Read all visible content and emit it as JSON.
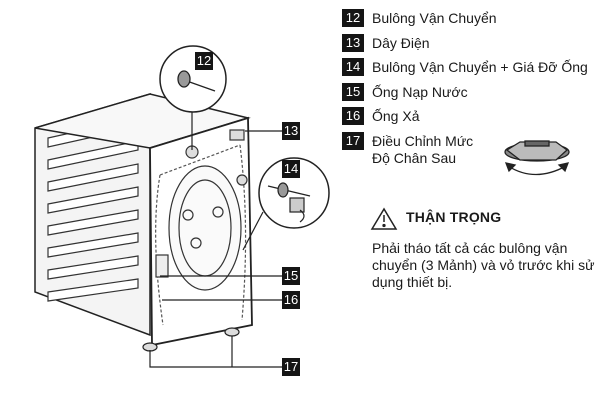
{
  "legend": [
    {
      "num": "12",
      "label": "Bulông Vận Chuyển"
    },
    {
      "num": "13",
      "label": "Dây Điện"
    },
    {
      "num": "14",
      "label": "Bulông Vận Chuyển + Giá Đỡ Ống"
    },
    {
      "num": "15",
      "label": "Ống Nạp Nước"
    },
    {
      "num": "16",
      "label": "Ống Xả"
    },
    {
      "num": "17",
      "label": "Điều Chỉnh Mức\nĐộ Chân Sau"
    }
  ],
  "callouts": {
    "c12": "12",
    "c13": "13",
    "c14": "14",
    "c15": "15",
    "c16": "16",
    "c17": "17"
  },
  "caution": {
    "title": "THẬN TRỌNG",
    "body": "Phải tháo tất cả các bulông vận chuyển (3 Mảnh) và vỏ trước khi sử dụng thiết bị."
  }
}
